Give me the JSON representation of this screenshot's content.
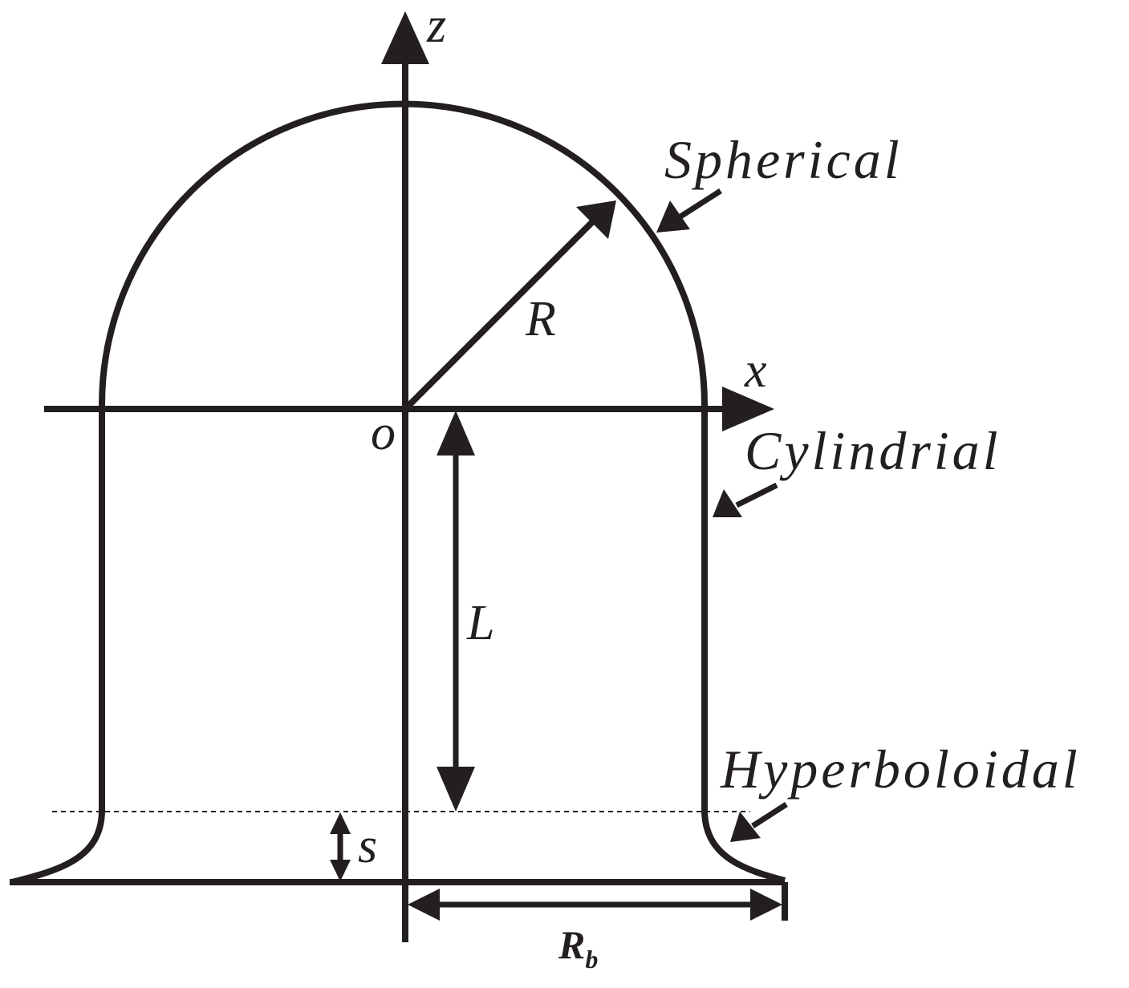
{
  "axes": {
    "z_label": "z",
    "x_label": "x",
    "origin_label": "o"
  },
  "regions": {
    "spherical": "Spherical",
    "cylindrical": "Cylindrial",
    "hyperboloidal": "Hyperboloidal"
  },
  "dimensions": {
    "radius": "R",
    "length": "L",
    "offset": "s",
    "base_radius_main": "R",
    "base_radius_sub": "b"
  }
}
